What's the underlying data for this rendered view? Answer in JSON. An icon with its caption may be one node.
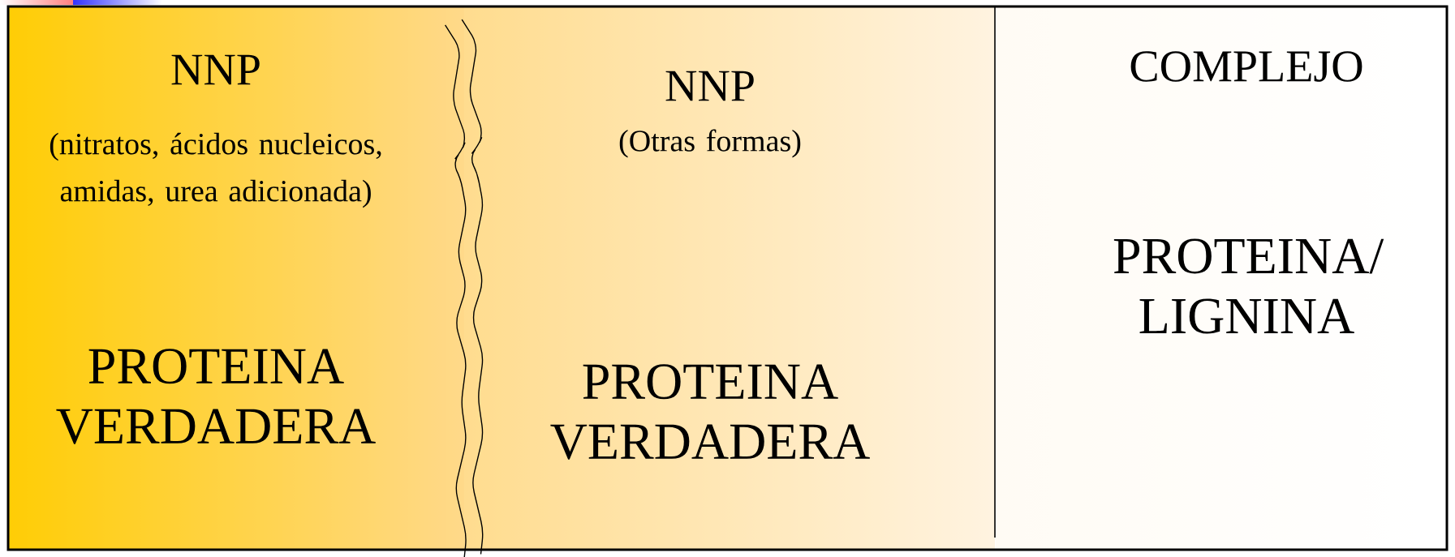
{
  "diagram": {
    "nodes": [
      {
        "text": [
          "NNP",
          "(nitratos, ácidos nucleicos, amidas, urea adicionada)",
          "PROTEINA VERDADERA"
        ]
      },
      {
        "text": [
          "NNP",
          "(Otras formas)",
          "PROTEINA VERDADERA"
        ]
      },
      {
        "text": [
          "COMPLEJO",
          "PROTEINA/ LIGNINA"
        ]
      }
    ]
  }
}
